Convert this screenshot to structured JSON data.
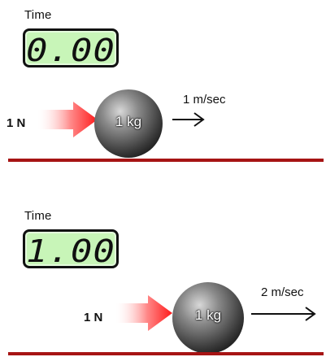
{
  "panels": [
    {
      "time_label": "Time",
      "time_value": "0.00",
      "force": "1 N",
      "mass": "1 kg",
      "velocity": "1 m/sec"
    },
    {
      "time_label": "Time",
      "time_value": "1.00",
      "force": "1 N",
      "mass": "1 kg",
      "velocity": "2 m/sec"
    }
  ],
  "colors": {
    "floor": "#a61414",
    "lcd_background": "#c8f5b8",
    "force_arrow": "#ff2020"
  }
}
